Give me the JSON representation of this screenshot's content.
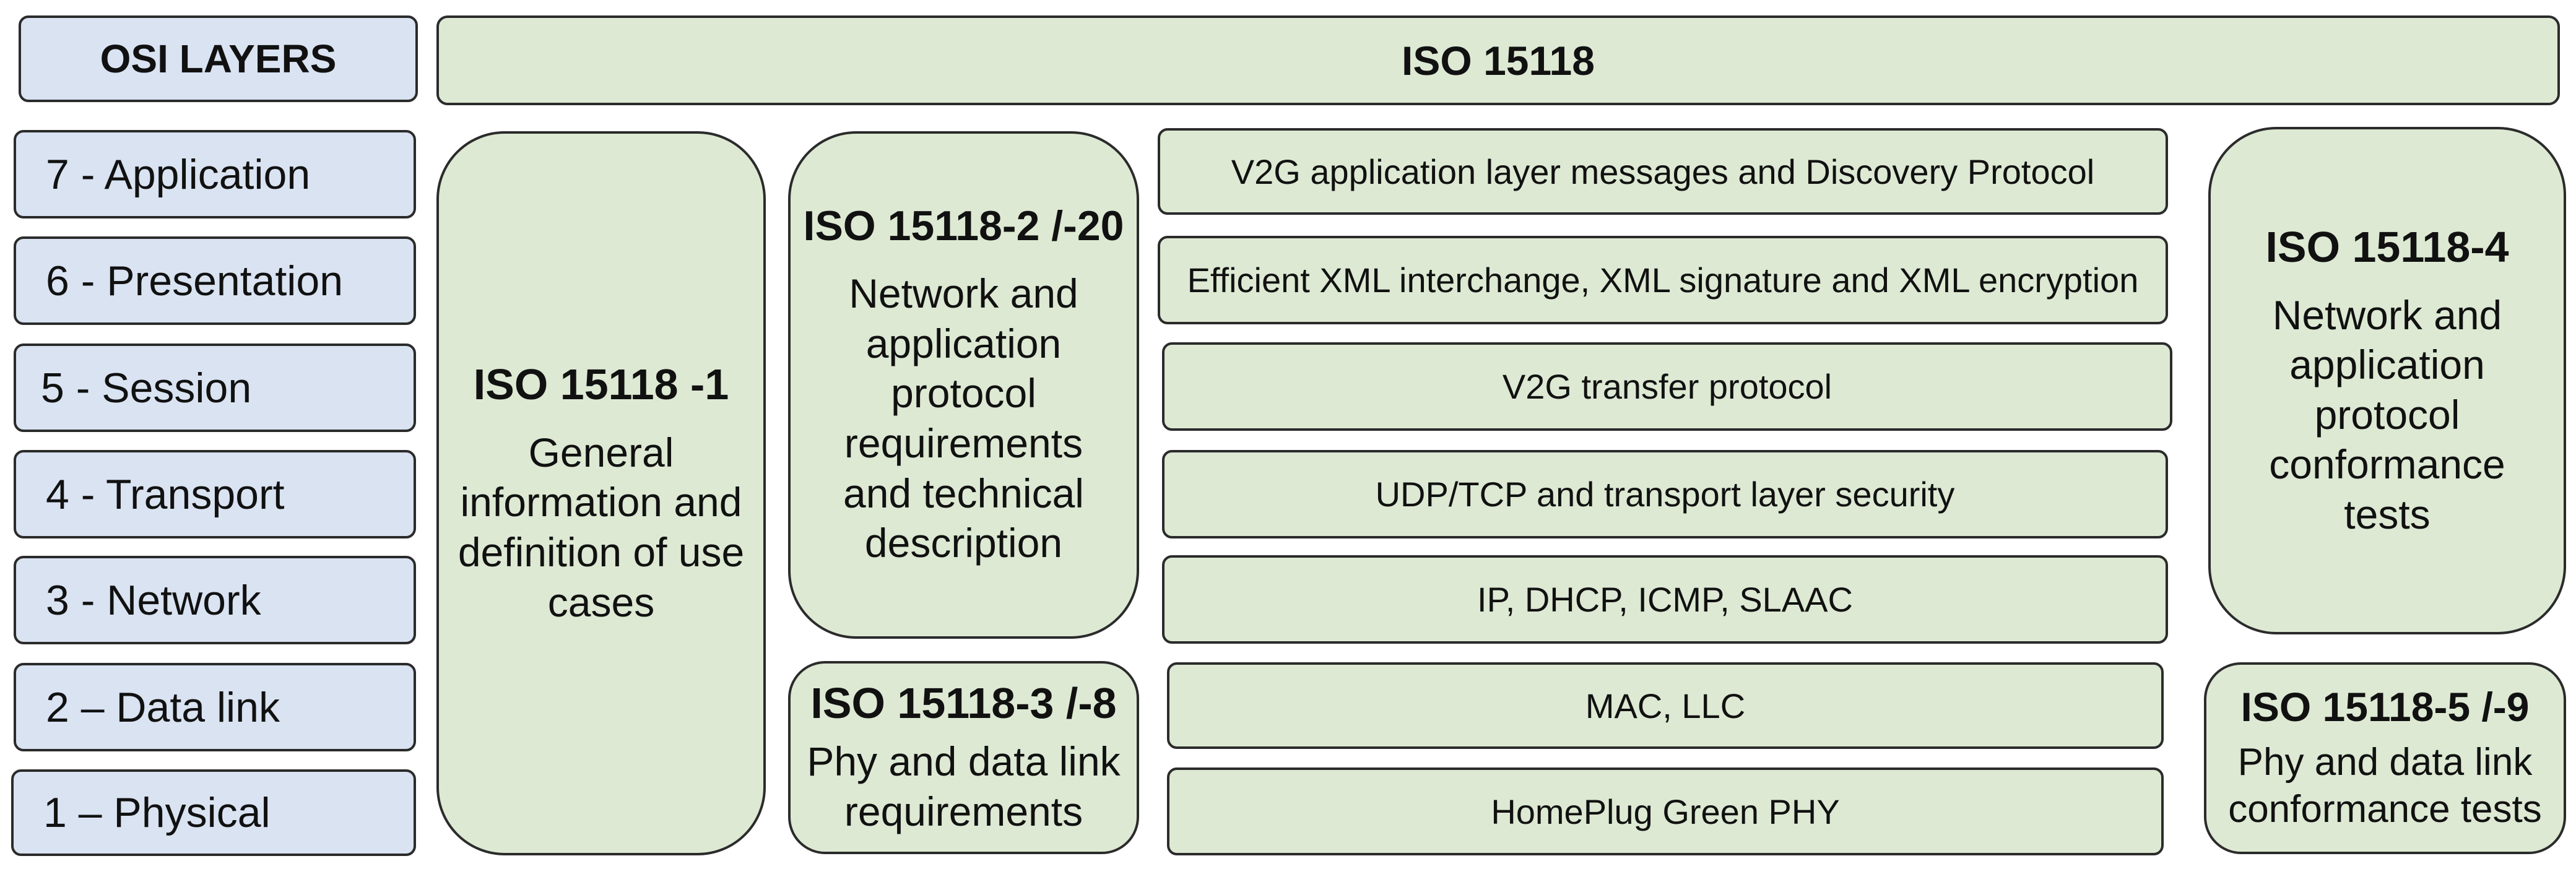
{
  "headers": {
    "osi_title": "OSI LAYERS",
    "iso_title": "ISO 15118"
  },
  "osi_layers": [
    "7 - Application",
    "6 - Presentation",
    "5 - Session",
    "4 - Transport",
    "3 - Network",
    "2 – Data link",
    "1 – Physical"
  ],
  "protocols": [
    "V2G application layer messages and Discovery Protocol",
    "Efficient XML interchange, XML signature and XML encryption",
    "V2G transfer protocol",
    "UDP/TCP and transport layer security",
    "IP, DHCP, ICMP, SLAAC",
    "MAC, LLC",
    "HomePlug Green PHY"
  ],
  "standards": {
    "part1": {
      "title": "ISO 15118 -1",
      "desc": [
        "General",
        "information and",
        "definition of use",
        "cases"
      ]
    },
    "part2": {
      "title": "ISO 15118-2 /-20",
      "desc": [
        "Network and",
        "application",
        "protocol",
        "requirements",
        "and technical",
        "description"
      ]
    },
    "part3": {
      "title": "ISO 15118-3 /-8",
      "desc": [
        "Phy and data link",
        "requirements"
      ]
    },
    "part4": {
      "title": "ISO 15118-4",
      "desc": [
        "Network and",
        "application",
        "protocol",
        "conformance",
        "tests"
      ]
    },
    "part5": {
      "title": "ISO 15118-5 /-9",
      "desc": [
        "Phy and data link",
        "conformance tests"
      ]
    }
  },
  "colors": {
    "osi_fill": "#d9e3f2",
    "iso_fill": "#dde9d3",
    "border": "#2b2b2b"
  }
}
